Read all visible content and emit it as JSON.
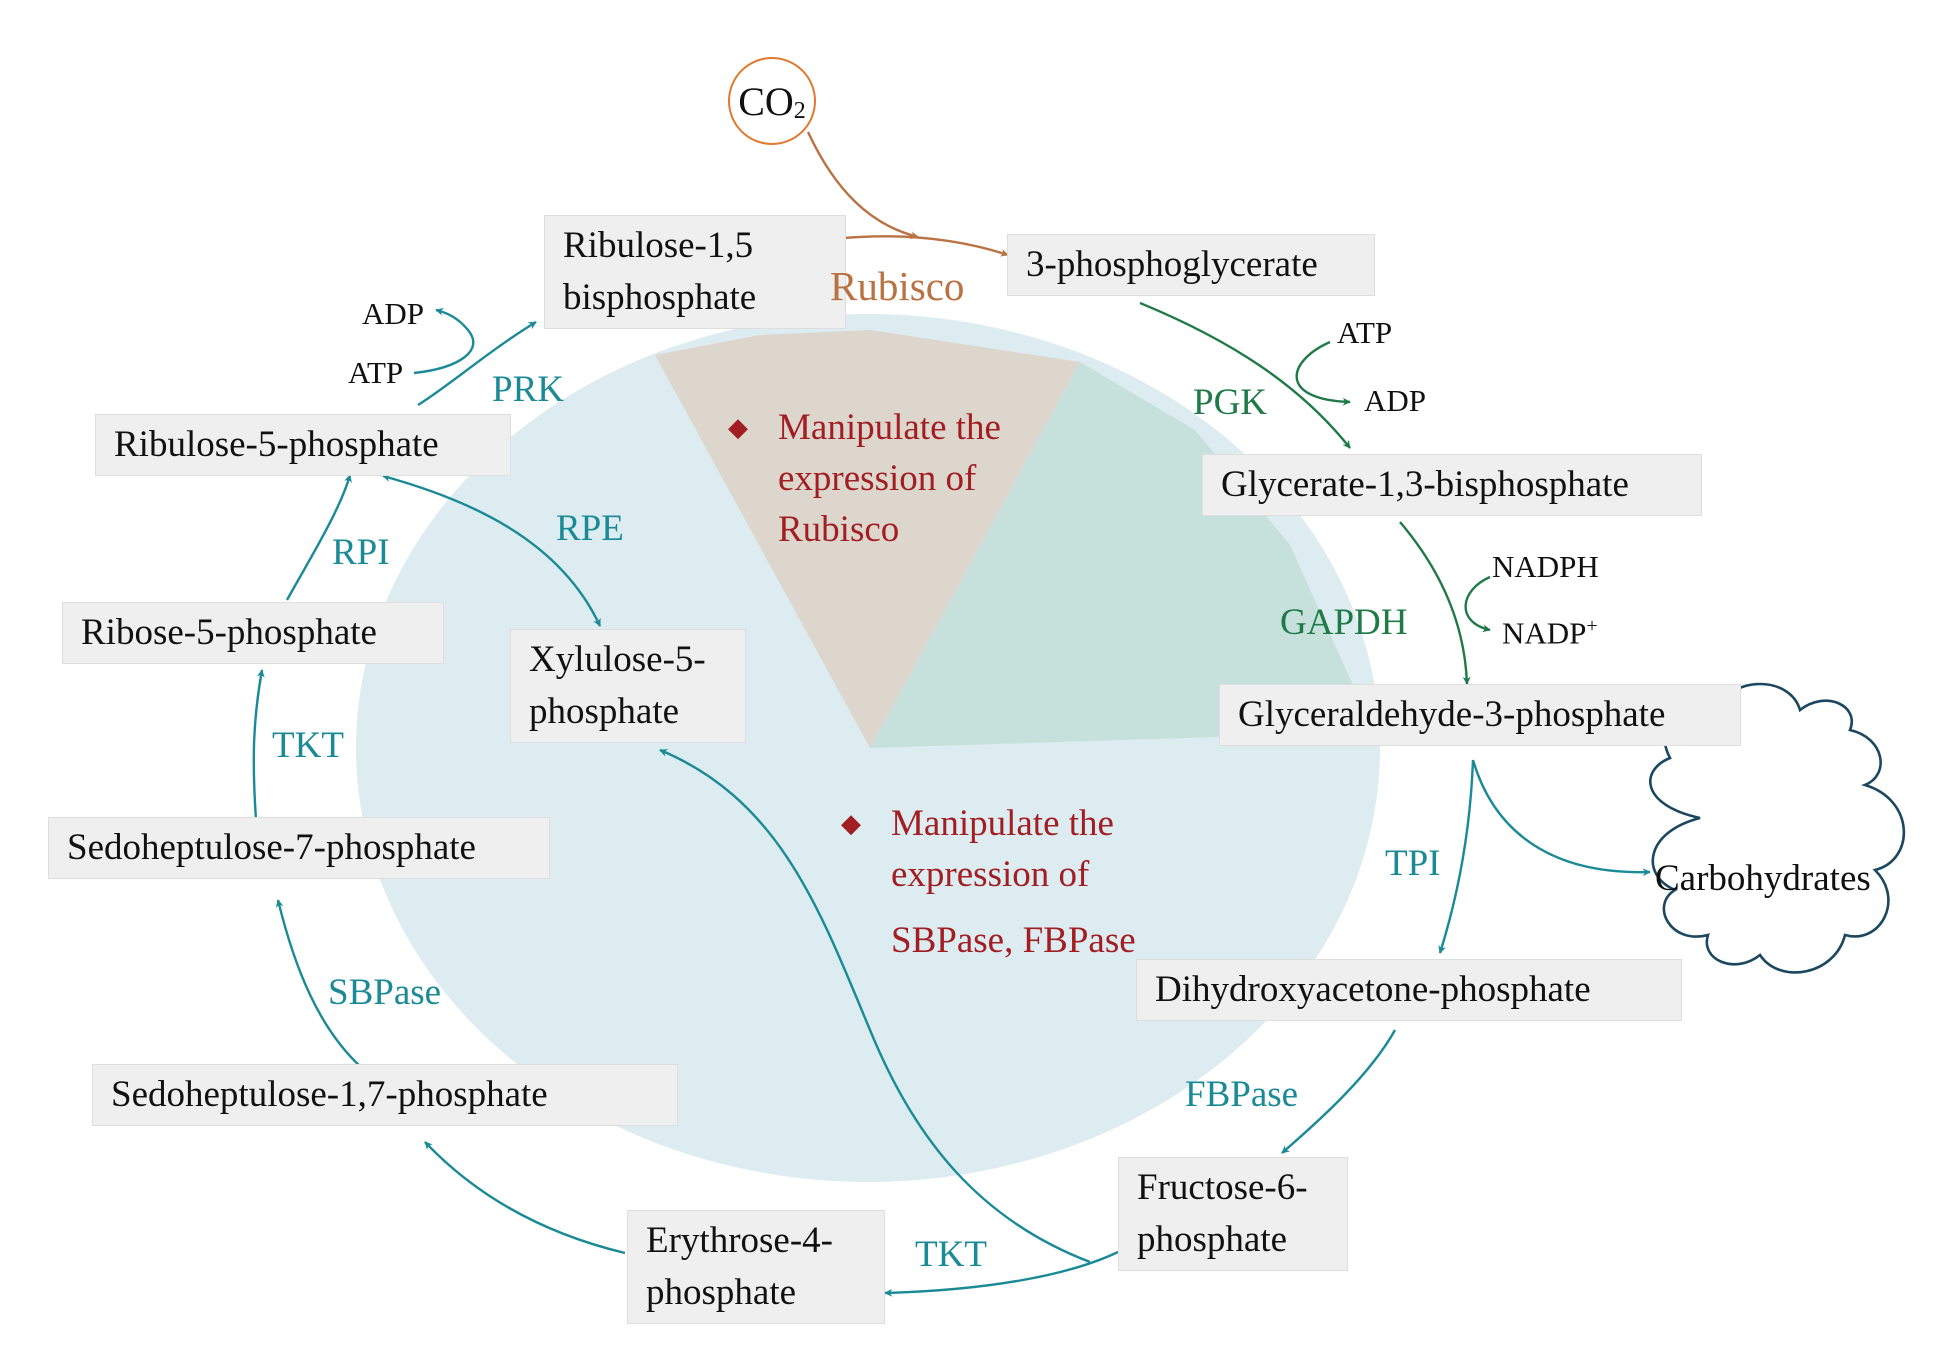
{
  "diagram": {
    "input": {
      "main": "CO",
      "subscript": "2"
    },
    "metabolites": {
      "rubp_line1": "Ribulose-1,5",
      "rubp_line2": "bisphosphate",
      "pga": "3-phosphoglycerate",
      "gbp": "Glycerate-1,3-bisphosphate",
      "g3p": "Glyceraldehyde-3-phosphate",
      "dhap": "Dihydroxyacetone-phosphate",
      "f6p_line1": "Fructose-6-",
      "f6p_line2": "phosphate",
      "e4p_line1": "Erythrose-4-",
      "e4p_line2": "phosphate",
      "sbp": "Sedoheptulose-1,7-phosphate",
      "s7p": "Sedoheptulose-7-phosphate",
      "r5p": "Ribose-5-phosphate",
      "ru5p": "Ribulose-5-phosphate",
      "x5p_line1": "Xylulose-5-",
      "x5p_line2": "phosphate"
    },
    "product": "Carbohydrates",
    "enzymes": {
      "rubisco": "Rubisco",
      "pgk": "PGK",
      "gapdh": "GAPDH",
      "tpi": "TPI",
      "fbpase": "FBPase",
      "tkt_bottom": "TKT",
      "sbpase": "SBPase",
      "tkt_left": "TKT",
      "rpi": "RPI",
      "rpe": "RPE",
      "prk": "PRK"
    },
    "cofactors": {
      "pgk_in": "ATP",
      "pgk_out": "ADP",
      "gapdh_in": "NADPH",
      "gapdh_out_main": "NADP",
      "gapdh_out_sup": "+",
      "prk_in": "ATP",
      "prk_out": "ADP"
    },
    "notes": {
      "rubisco": {
        "line1": "Manipulate the",
        "line2": "expression of",
        "line3": "Rubisco"
      },
      "sbpase": {
        "line1": "Manipulate the",
        "line2": "expression of",
        "line3": "SBPase, FBPase"
      }
    },
    "bullet": "◆",
    "colors": {
      "teal": "#1a8a96",
      "green": "#1f7a47",
      "brown": "#b97242",
      "note_red": "#a31e22",
      "co2_ring": "#e07a2e",
      "ellipse": "#dcecf0",
      "rubisco_sector": "#ddd6cd",
      "green_sector": "#c6e1dc",
      "cloud": "#1b4760"
    }
  }
}
